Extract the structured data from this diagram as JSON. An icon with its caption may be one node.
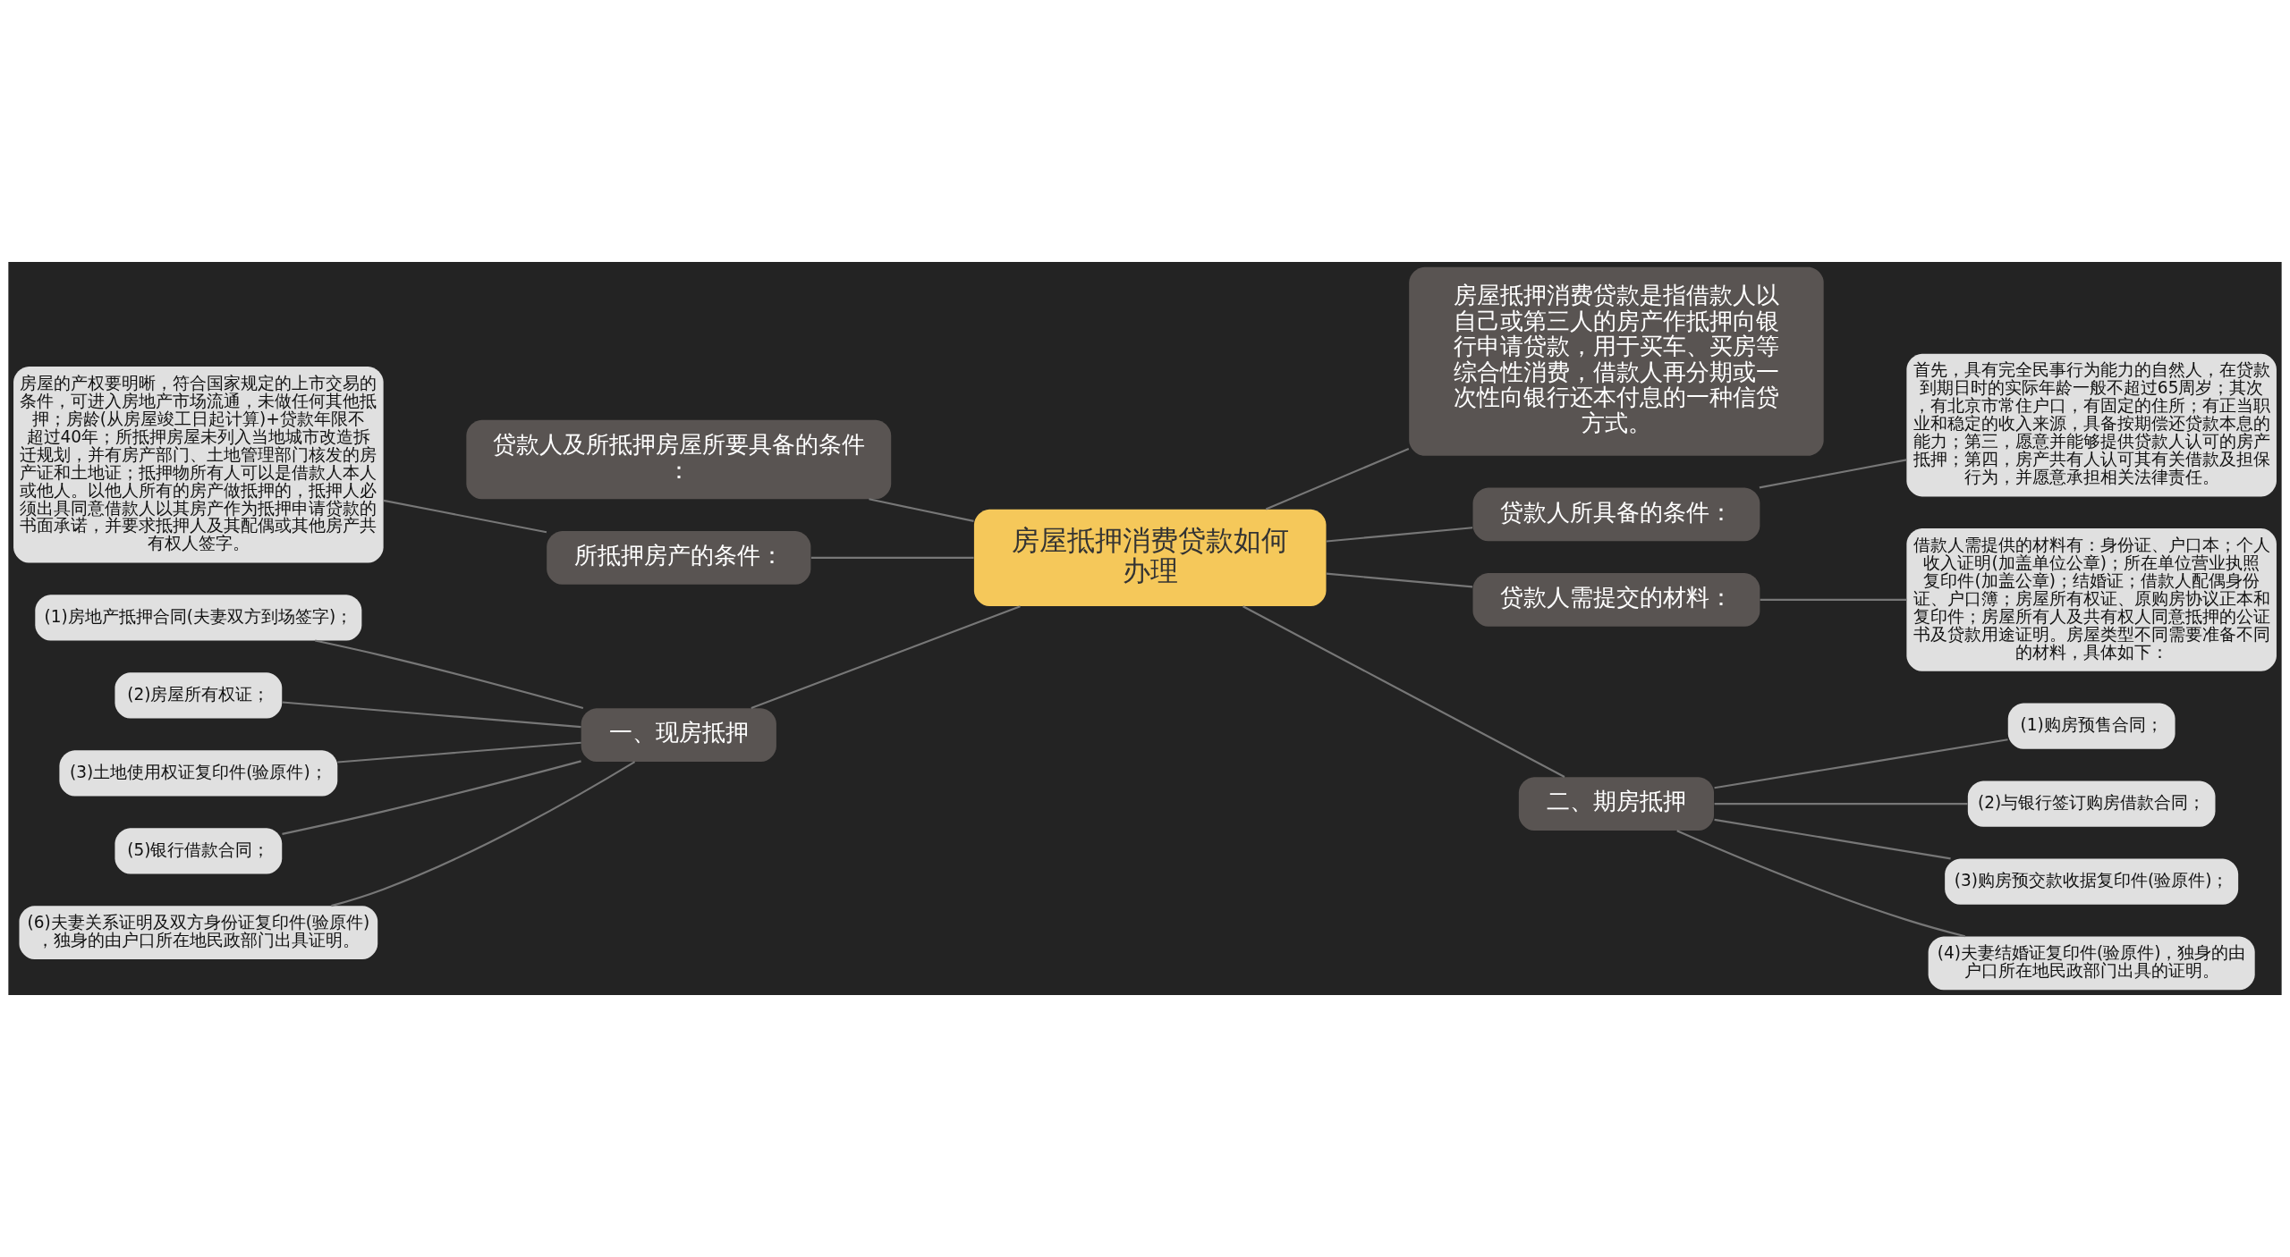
{
  "diagram": {
    "nodes": [
      {
        "text": [
          "房屋抵押消费贷款如何办理"
        ]
      },
      {
        "text": [
          "贷款人及所抵押房屋所要具备的条件："
        ]
      },
      {
        "text": [
          "所抵押房产的条件："
        ]
      },
      {
        "text": [
          "房屋的产权要明晰，符合国家规定的上市交易的条件，可进入房地产市场流通，未做任何其他抵押；房龄(从房屋竣工日起计算)+贷款年限不超过40年；所抵押房屋未列入当地城市改造拆迁规划，并有房产部门、土地管理部门核发的房产证和土地证；抵押物所有人可以是借款人本人或他人。以他人所有的房产做抵押的，抵押人必须出具同意借款人以其房产作为抵押申请贷款的书面承诺，并要求抵押人及其配偶或其他房产共有权人签字。"
        ]
      },
      {
        "text": [
          "一、现房抵押"
        ]
      },
      {
        "text": [
          "(1)房地产抵押合同(夫妻双方到场签字)；"
        ]
      },
      {
        "text": [
          "(2)房屋所有权证；"
        ]
      },
      {
        "text": [
          "(3)土地使用权证复印件(验原件)；"
        ]
      },
      {
        "text": [
          "(5)银行借款合同；"
        ]
      },
      {
        "text": [
          "(6)夫妻关系证明及双方身份证复印件(验原件)，独身的由户口所在地民政部门出具证明。"
        ]
      },
      {
        "text": [
          "房屋抵押消费贷款是指借款人以自己或第三人的房产作抵押向银行申请贷款，用于买车、买房等综合性消费，借款人再分期或一次性向银行还本付息的一种信贷方式。"
        ]
      },
      {
        "text": [
          "贷款人所具备的条件："
        ]
      },
      {
        "text": [
          "首先，具有完全民事行为能力的自然人，在贷款到期日时的实际年龄一般不超过65周岁；其次，有北京市常住户口，有固定的住所；有正当职业和稳定的收入来源，具备按期偿还贷款本息的能力；第三，愿意并能够提供贷款人认可的房产抵押；第四，房产共有人认可其有关借款及担保行为，并愿意承担相关法律责任。"
        ]
      },
      {
        "text": [
          "贷款人需提交的材料："
        ]
      },
      {
        "text": [
          "借款人需提供的材料有：身份证、户口本；个人收入证明(加盖单位公章)；所在单位营业执照复印件(加盖公章)；结婚证；借款人配偶身份证、户口簿；房屋所有权证、原购房协议正本和复印件；房屋所有人及共有权人同意抵押的公证书及贷款用途证明。房屋类型不同需要准备不同的材料，具体如下："
        ]
      },
      {
        "text": [
          "二、期房抵押"
        ]
      },
      {
        "text": [
          "(1)购房预售合同；"
        ]
      },
      {
        "text": [
          "(2)与银行签订购房借款合同；"
        ]
      },
      {
        "text": [
          "(3)购房预交款收据复印件(验原件)；"
        ]
      },
      {
        "text": [
          "(4)夫妻结婚证复印件(验原件)，独身的由户口所在地民政部门出具的证明。"
        ]
      }
    ],
    "edges": [
      {
        "from": 1,
        "to": 0,
        "arrow": "none"
      },
      {
        "from": 3,
        "to": 2,
        "arrow": "none"
      },
      {
        "from": 2,
        "to": 0,
        "arrow": "none"
      },
      {
        "from": 5,
        "to": 4,
        "arrow": "none"
      },
      {
        "from": 6,
        "to": 4,
        "arrow": "none"
      },
      {
        "from": 7,
        "to": 4,
        "arrow": "none"
      },
      {
        "from": 8,
        "to": 4,
        "arrow": "none"
      },
      {
        "from": 9,
        "to": 4,
        "arrow": "none"
      },
      {
        "from": 4,
        "to": 0,
        "arrow": "none"
      },
      {
        "from": 0,
        "to": 10,
        "arrow": "none"
      },
      {
        "from": 0,
        "to": 11,
        "arrow": "none"
      },
      {
        "from": 11,
        "to": 12,
        "arrow": "none"
      },
      {
        "from": 0,
        "to": 13,
        "arrow": "none"
      },
      {
        "from": 13,
        "to": 14,
        "arrow": "none"
      },
      {
        "from": 0,
        "to": 15,
        "arrow": "none"
      },
      {
        "from": 15,
        "to": 16,
        "arrow": "none"
      },
      {
        "from": 15,
        "to": 17,
        "arrow": "none"
      },
      {
        "from": 15,
        "to": 18,
        "arrow": "none"
      },
      {
        "from": 15,
        "to": 19,
        "arrow": "none"
      }
    ]
  }
}
